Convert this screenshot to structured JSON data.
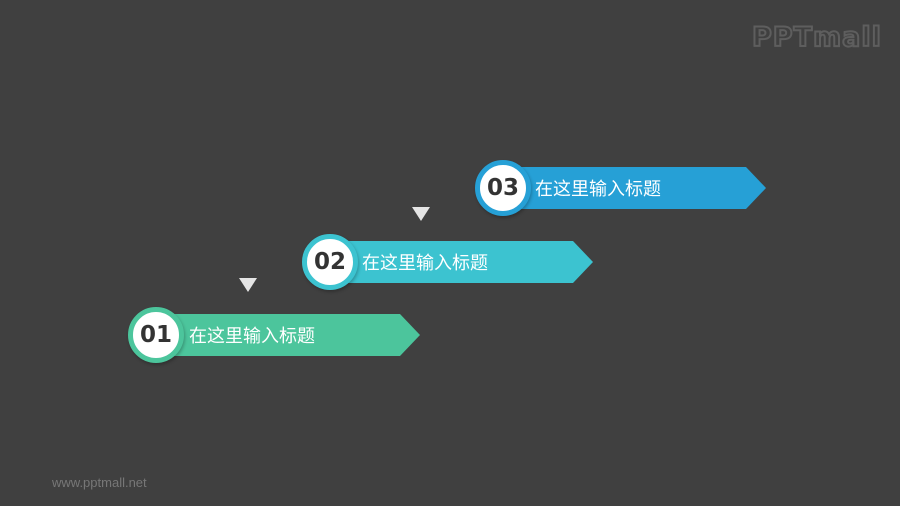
{
  "brand": {
    "logo_text": "PPTmall",
    "footer_url": "www.pptmall.net"
  },
  "steps": [
    {
      "number": "01",
      "label": "在这里输入标题",
      "color": "#4cc59c"
    },
    {
      "number": "02",
      "label": "在这里输入标题",
      "color": "#3cc3d0"
    },
    {
      "number": "03",
      "label": "在这里输入标题",
      "color": "#26a0d6"
    }
  ],
  "icons": {
    "connector": "triangle-down-icon"
  }
}
